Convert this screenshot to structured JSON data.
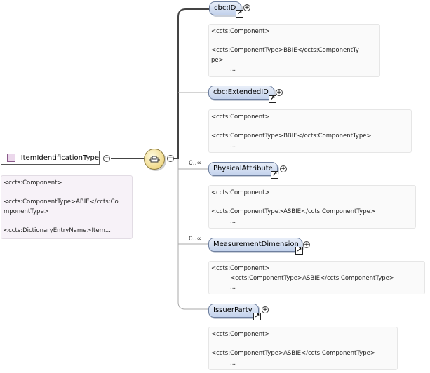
{
  "root": {
    "label": "ItemIdentificationType",
    "annotation": "<ccts:Component>\n\n<ccts:ComponentType>ABIE</ccts:Co\nmponentType>\n\n<ccts:DictionaryEntryName>Item..."
  },
  "sequence": {
    "icon": "sequence-compositor-icon"
  },
  "children": [
    {
      "label": "cbc:ID",
      "cardinality": "",
      "annotation": "<ccts:Component>\n\n<ccts:ComponentType>BBIE</ccts:ComponentTy\npe>\n          ..."
    },
    {
      "label": "cbc:ExtendedID",
      "cardinality": "",
      "annotation": "<ccts:Component>\n\n<ccts:ComponentType>BBIE</ccts:ComponentType>\n          ..."
    },
    {
      "label": "PhysicalAttribute",
      "cardinality": "0..∞",
      "annotation": "<ccts:Component>\n\n<ccts:ComponentType>ASBIE</ccts:ComponentType>\n          ..."
    },
    {
      "label": "MeasurementDimension",
      "cardinality": "0..∞",
      "annotation": "<ccts:Component>\n          <ccts:ComponentType>ASBIE</ccts:ComponentType>\n          ..."
    },
    {
      "label": "IssuerParty",
      "cardinality": "",
      "annotation": "<ccts:Component>\n\n<ccts:ComponentType>ASBIE</ccts:ComponentType>\n          ..."
    }
  ],
  "icons": {
    "collapse": "minus-circle-icon",
    "expand": "plus-circle-icon",
    "reference": "reference-arrow-icon"
  },
  "symbols": {
    "collapse": "−",
    "expand": "+",
    "reference": "↗"
  },
  "colors": {
    "element_fill": "#c3d2ec",
    "element_border": "#6e7f9e",
    "type_fill": "#ecd8ec"
  }
}
